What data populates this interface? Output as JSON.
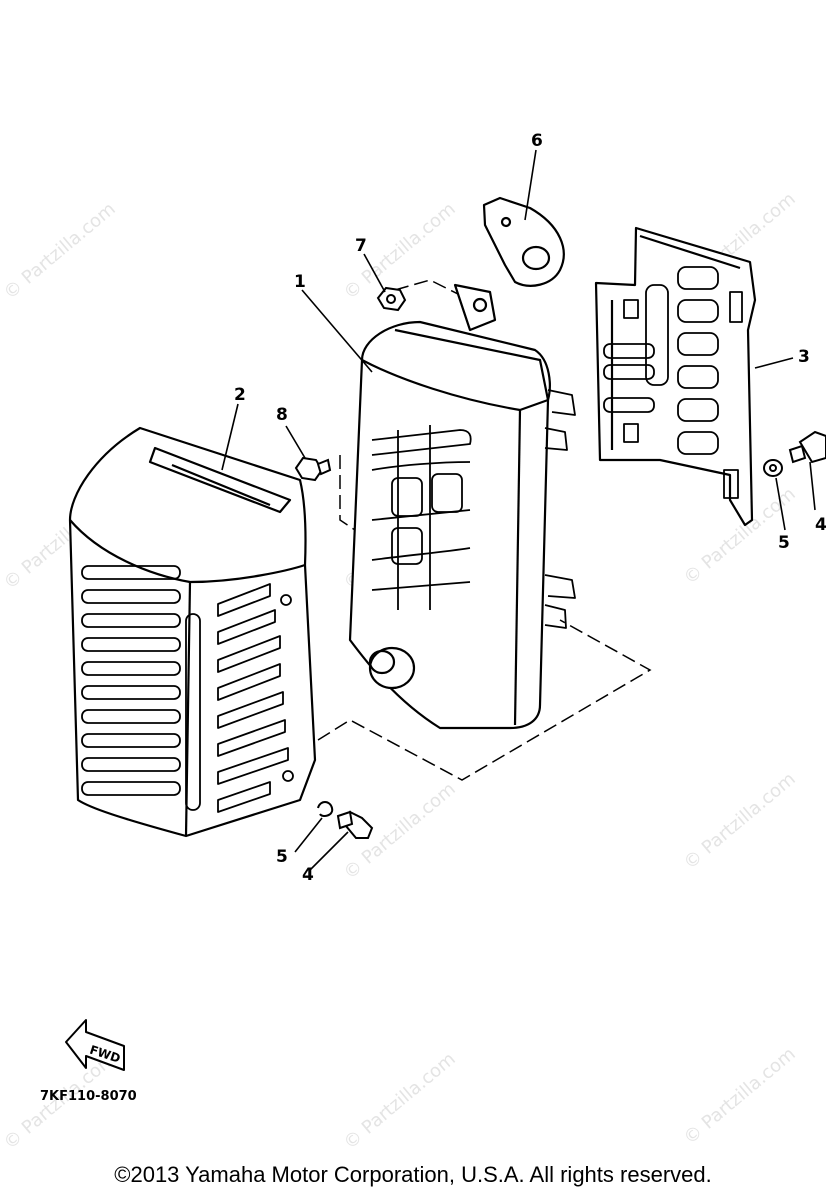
{
  "callouts": {
    "part_1": "1",
    "part_2": "2",
    "part_3": "3",
    "part_4_right": "4",
    "part_4_bottom": "4",
    "part_5_right": "5",
    "part_5_bottom": "5",
    "part_6": "6",
    "part_7": "7",
    "part_8": "8"
  },
  "fwd_label": "FWD",
  "drawing_code": "7KF110-8070",
  "watermark": "© Partzilla.com",
  "copyright": "©2013  Yamaha Motor Corporation, U.S.A. All rights reserved."
}
